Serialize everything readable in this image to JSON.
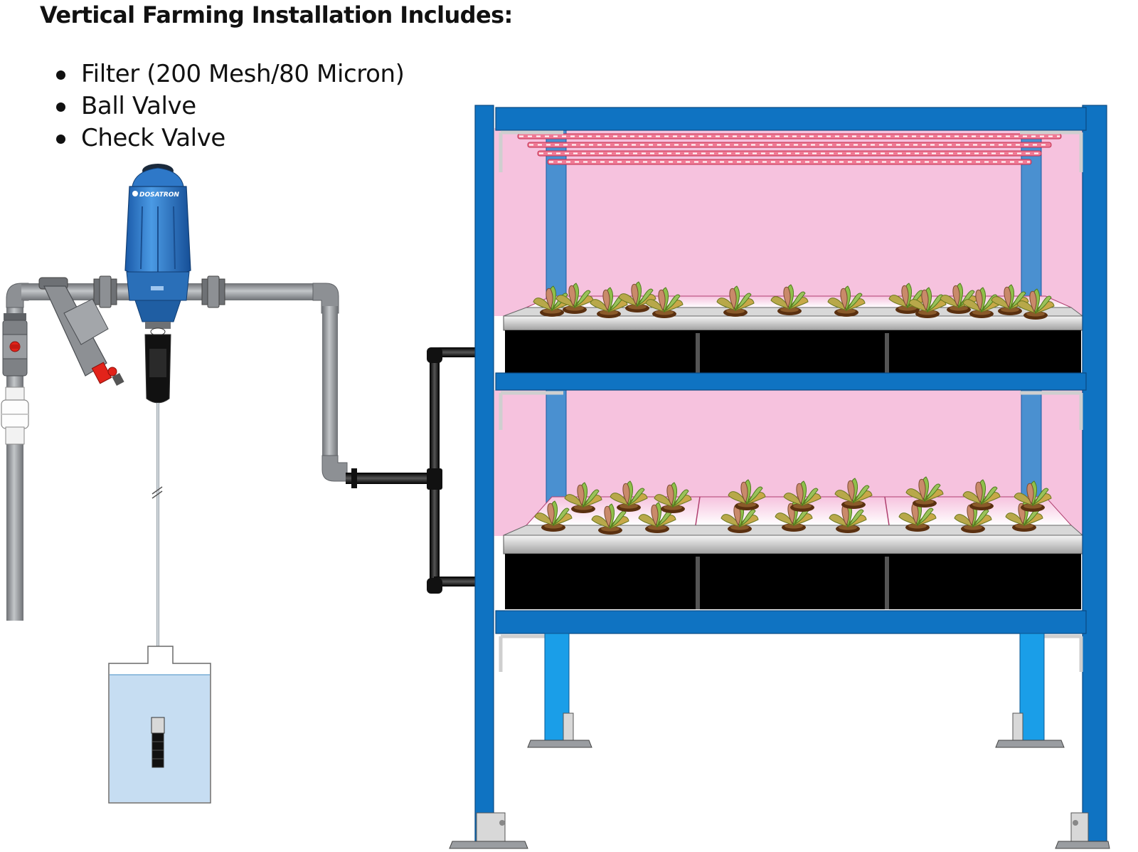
{
  "heading": "Vertical Farming Installation Includes:",
  "items": [
    "Filter (200 Mesh/80 Micron)",
    "Ball Valve",
    "Check Valve"
  ],
  "injector_brand": "DOSATRON",
  "colors": {
    "frame_blue": "#0F73C2",
    "injector_blue": "#2A7ED0",
    "grow_light_pink": "#F6C2DE",
    "led_red": "#F05070",
    "pipe_gray": "#9A9DA1",
    "tank_water": "#C6DDF2",
    "reservoir_black": "#000000",
    "valve_red": "#E2231A"
  }
}
